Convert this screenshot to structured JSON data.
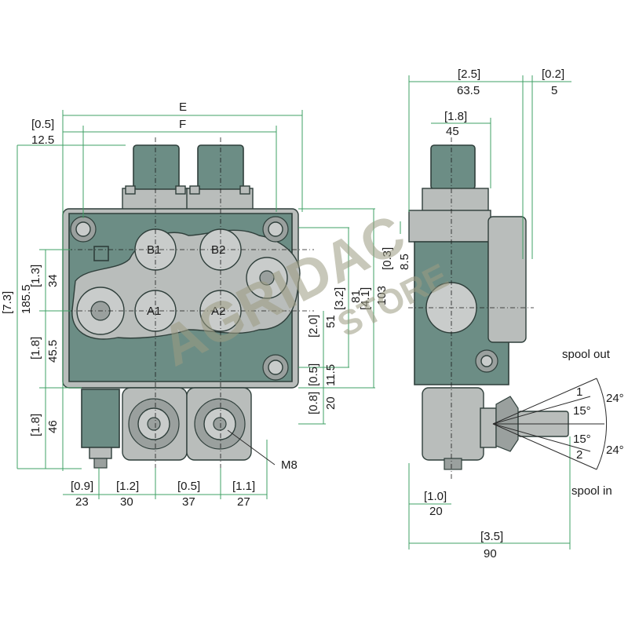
{
  "watermark": {
    "line1": "AGRIDAC",
    "line2": "STORE"
  },
  "front_view": {
    "top_labels": {
      "E": "E",
      "F": "F",
      "offset_in": "[0.5]",
      "offset_mm": "12.5"
    },
    "ports": {
      "b1": "B1",
      "b2": "B2",
      "a1": "A1",
      "a2": "A2"
    },
    "left_dims": {
      "total_in": "[7.3]",
      "total_mm": "185.5",
      "upper_in": "[1.3]",
      "upper_mm": "34",
      "mid_in": "[1.8]",
      "mid_mm": "45.5",
      "lower_in": "[1.8]",
      "lower_mm": "46"
    },
    "right_dims": {
      "a_in": "[3.2]",
      "a_mm": "81",
      "b_in": "[4.1]",
      "b_mm": "103",
      "c_in": "[2.0]",
      "c_mm": "51",
      "d_in": "[0.5]",
      "d_mm": "11.5",
      "e_in": "[0.8]",
      "e_mm": "20"
    },
    "bottom_dims": {
      "d1_in": "[0.9]",
      "d1_mm": "23",
      "d2_in": "[1.2]",
      "d2_mm": "30",
      "d3_in": "[0.5]",
      "d3_mm": "37",
      "d4_in": "[1.1]",
      "d4_mm": "27"
    },
    "thread_label": "M8"
  },
  "side_view": {
    "top_dims": {
      "width_in": "[2.5]",
      "width_mm": "63.5",
      "edge_in": "[0.2]",
      "edge_mm": "5",
      "spool_in": "[1.8]",
      "spool_mm": "45"
    },
    "right_dims": {
      "a_in": "[0.3]",
      "a_mm": "8.5"
    },
    "bottom_dims": {
      "short_in": "[1.0]",
      "short_mm": "20",
      "long_in": "[3.5]",
      "long_mm": "90"
    },
    "lever": {
      "spool_out": "spool out",
      "spool_in": "spool in",
      "pos1": "1",
      "pos2": "2",
      "angle_out_outer": "24°",
      "angle_out_inner": "15°",
      "angle_in_inner": "15°",
      "angle_in_outer": "24°"
    }
  }
}
